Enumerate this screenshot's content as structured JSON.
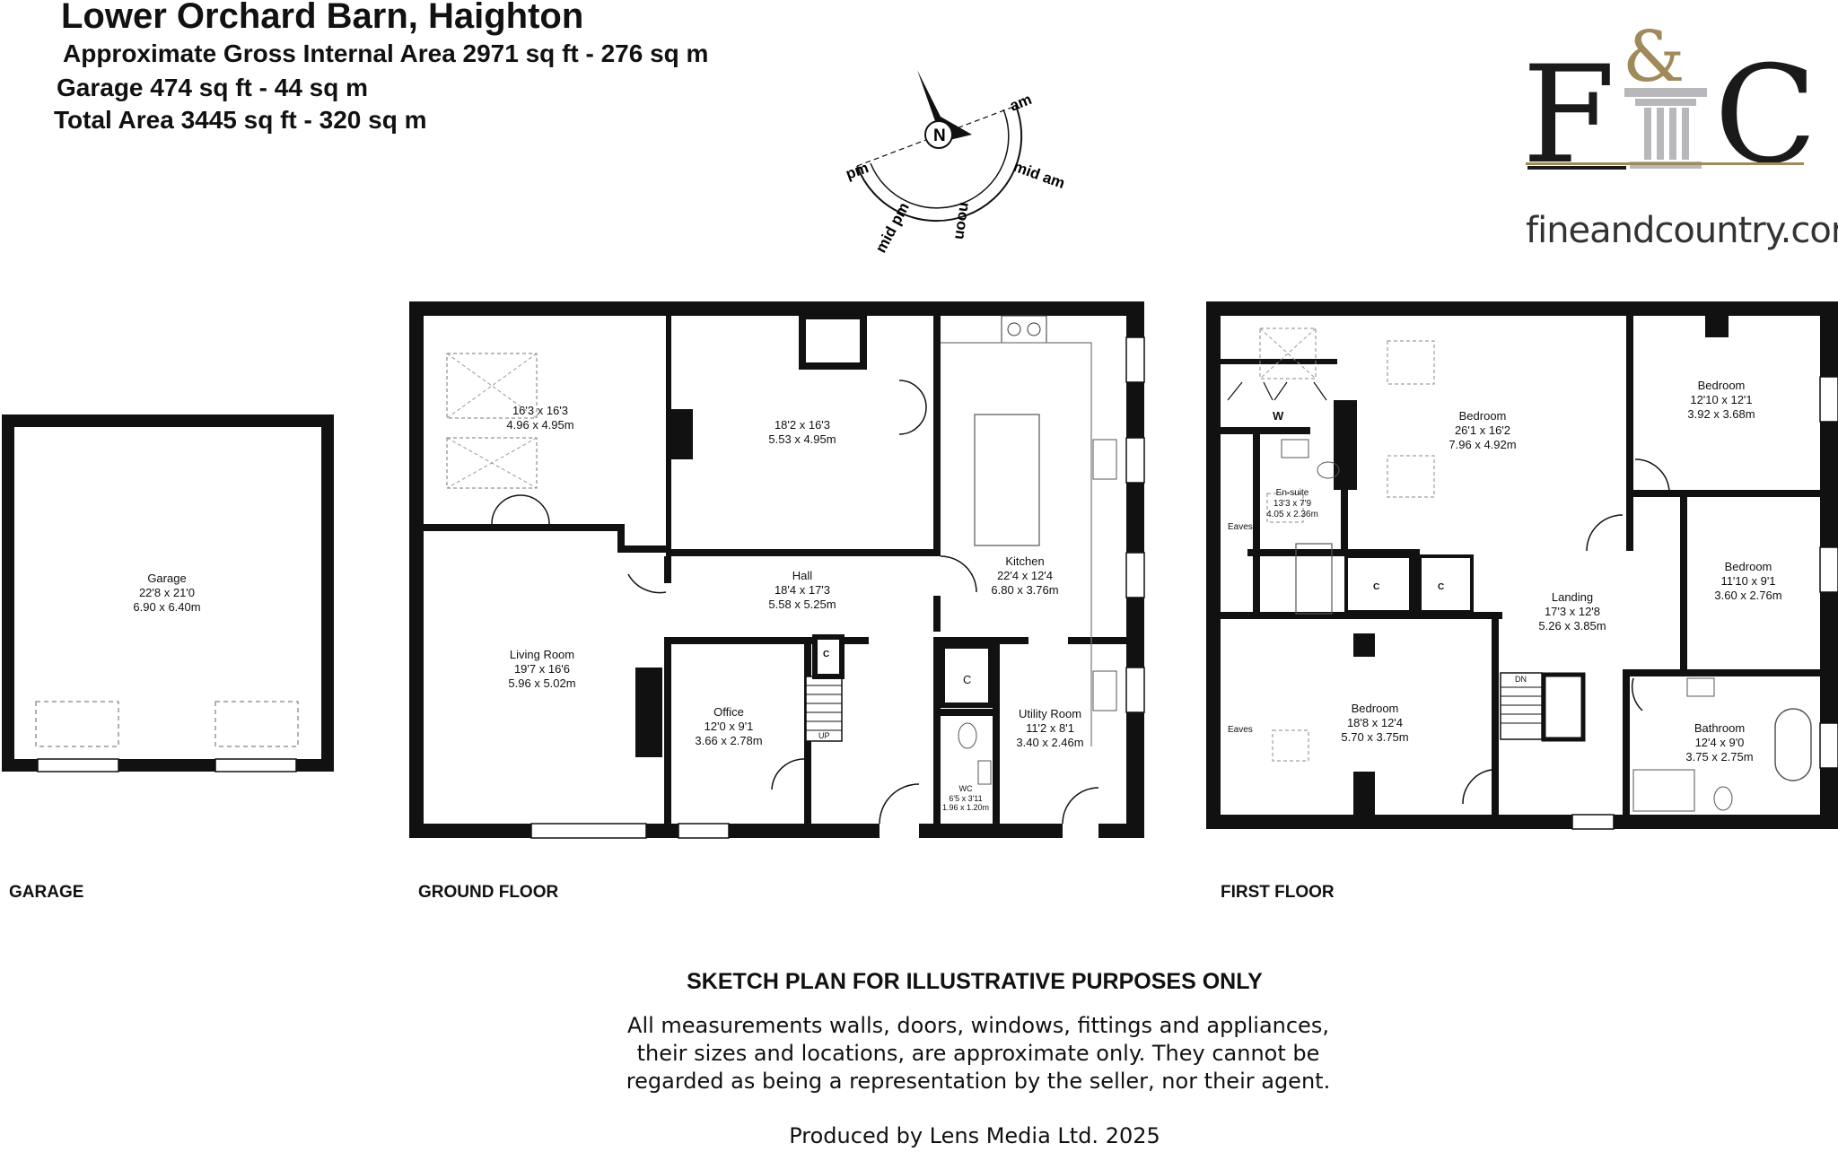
{
  "header": {
    "title": "Lower Orchard Barn, Haighton",
    "gross_area": "Approximate Gross Internal Area 2971 sq ft - 276 sq m",
    "garage_area": "Garage 474 sq ft - 44 sq m",
    "total_area": "Total Area 3445 sq ft - 320 sq m"
  },
  "compass": {
    "north": "N",
    "labels": [
      "am",
      "mid am",
      "noon",
      "mid pm",
      "pm"
    ]
  },
  "logo": {
    "letters": "F&C",
    "website": "fineandcountry.com™",
    "colors": {
      "dark": "#1a1a1a",
      "gold": "#a08a5a",
      "gray": "#b8b8bc"
    }
  },
  "floors": {
    "garage_label": "GARAGE",
    "ground_label": "GROUND FLOOR",
    "first_label": "FIRST FLOOR"
  },
  "rooms": {
    "garage": {
      "name": "Garage",
      "imperial": "22'8 x 21'0",
      "metric": "6.90 x 6.40m"
    },
    "room_a": {
      "imperial": "16'3 x 16'3",
      "metric": "4.96 x 4.95m"
    },
    "room_b": {
      "imperial": "18'2 x 16'3",
      "metric": "5.53 x 4.95m"
    },
    "kitchen": {
      "name": "Kitchen",
      "imperial": "22'4 x 12'4",
      "metric": "6.80 x 3.76m"
    },
    "hall": {
      "name": "Hall",
      "imperial": "18'4 x 17'3",
      "metric": "5.58 x 5.25m"
    },
    "living": {
      "name": "Living Room",
      "imperial": "19'7 x 16'6",
      "metric": "5.96 x 5.02m"
    },
    "office": {
      "name": "Office",
      "imperial": "12'0 x 9'1",
      "metric": "3.66 x 2.78m"
    },
    "utility": {
      "name": "Utility Room",
      "imperial": "11'2 x 8'1",
      "metric": "3.40 x 2.46m"
    },
    "wc": {
      "name": "WC",
      "imperial": "6'5 x 3'11",
      "metric": "1.96 x 1.20m"
    },
    "bed_main": {
      "name": "Bedroom",
      "imperial": "26'1 x 16'2",
      "metric": "7.96 x 4.92m"
    },
    "bed_ne": {
      "name": "Bedroom",
      "imperial": "12'10 x 12'1",
      "metric": "3.92 x 3.68m"
    },
    "bed_e": {
      "name": "Bedroom",
      "imperial": "11'10 x 9'1",
      "metric": "3.60 x 2.76m"
    },
    "ensuite": {
      "name": "En-suite",
      "imperial": "13'3 x 7'9",
      "metric": "4.05 x 2.36m"
    },
    "landing": {
      "name": "Landing",
      "imperial": "17'3 x 12'8",
      "metric": "5.26 x 3.85m"
    },
    "bed_sw": {
      "name": "Bedroom",
      "imperial": "18'8 x 12'4",
      "metric": "5.70 x 3.75m"
    },
    "bathroom": {
      "name": "Bathroom",
      "imperial": "12'4 x 9'0",
      "metric": "3.75 x 2.75m"
    }
  },
  "symbols": {
    "cupboard": "C",
    "wardrobe": "W",
    "eaves": "Eaves",
    "up": "UP",
    "down": "DN"
  },
  "disclaimer": {
    "heading": "SKETCH PLAN FOR ILLUSTRATIVE PURPOSES ONLY",
    "body": "All measurements walls, doors, windows, fittings and appliances, their sizes and locations, are approximate only. They cannot be regarded as being a representation by the seller, nor their agent.",
    "produced": "Produced by Lens Media Ltd. 2025"
  }
}
